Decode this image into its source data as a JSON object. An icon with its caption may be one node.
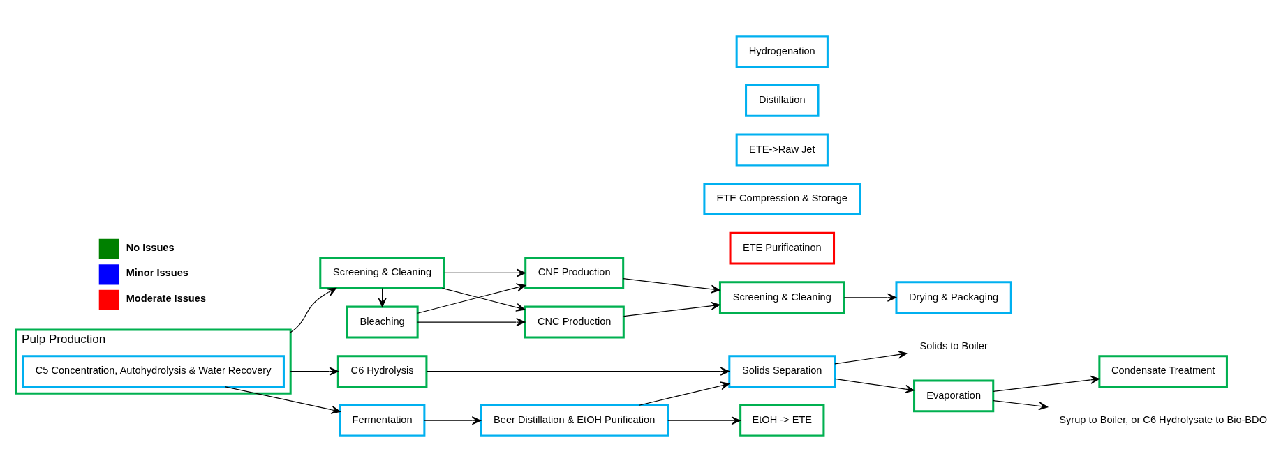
{
  "diagram": {
    "nodes": [
      {
        "text": [
          "Pulp Production"
        ]
      },
      {
        "text": [
          "C5 Concentration, Autohydrolysis & Water Recovery"
        ],
        "in": 0
      },
      {
        "text": [
          "Fermentation"
        ]
      },
      {
        "text": [
          "C6 Hydrolysis"
        ]
      },
      {
        "text": [
          "Beer Distillation & EtOH Purification"
        ]
      },
      {
        "text": [
          "EtOH -> ETE"
        ]
      },
      {
        "text": [
          "ETE Purificatinon"
        ]
      },
      {
        "text": [
          "ETE Compression & Storage"
        ]
      },
      {
        "text": [
          "ETE->Raw Jet"
        ]
      },
      {
        "text": [
          "Distillation"
        ]
      },
      {
        "text": [
          "Hydrogenation"
        ]
      },
      {
        "text": [
          "Solids Separation"
        ]
      },
      {
        "text": [
          "Evaporation"
        ]
      },
      {
        "text": [
          "Condensate Treatment"
        ]
      },
      {
        "text": [
          "Solids to Boiler"
        ]
      },
      {
        "text": [
          "Syrup to Boiler, or C6 Hydrolysate to Bio-BDO"
        ]
      },
      {
        "text": [
          "Screening & Cleaning"
        ]
      },
      {
        "text": [
          "Bleaching"
        ]
      },
      {
        "text": [
          "CNC Production"
        ]
      },
      {
        "text": [
          "CNF Production"
        ]
      },
      {
        "text": [
          "Screening & Cleaning"
        ]
      },
      {
        "text": [
          "Drying & Packaging"
        ]
      }
    ],
    "edges": [
      {
        "from": 1,
        "to": 2,
        "arrow": "to"
      },
      {
        "from": 0,
        "to": 3,
        "arrow": "to"
      },
      {
        "from": 0,
        "to": 16,
        "arrow": "to"
      },
      {
        "from": 2,
        "to": 4,
        "arrow": "to"
      },
      {
        "from": 4,
        "to": 5,
        "arrow": "to"
      },
      {
        "from": 4,
        "to": 11,
        "arrow": "to"
      },
      {
        "from": 3,
        "to": 11,
        "arrow": "to"
      },
      {
        "from": 11,
        "to": 12,
        "arrow": "to"
      },
      {
        "from": 12,
        "to": 13,
        "arrow": "to"
      },
      {
        "from": 11,
        "to": 14,
        "arrow": "to"
      },
      {
        "from": 12,
        "to": 15,
        "arrow": "to"
      },
      {
        "from": 16,
        "to": 17,
        "arrow": "to"
      },
      {
        "from": 16,
        "to": 18,
        "arrow": "to"
      },
      {
        "from": 16,
        "to": 19,
        "arrow": "to"
      },
      {
        "from": 17,
        "to": 18,
        "arrow": "to"
      },
      {
        "from": 17,
        "to": 19,
        "arrow": "to"
      },
      {
        "from": 18,
        "to": 20,
        "arrow": "to"
      },
      {
        "from": 19,
        "to": 20,
        "arrow": "to"
      },
      {
        "from": 20,
        "to": 21,
        "arrow": "to"
      }
    ],
    "legend": [
      {
        "text": "No Issues",
        "color": "#008000"
      },
      {
        "text": "Minor Issues",
        "color": "#0000ff"
      },
      {
        "text": "Moderate Issues",
        "color": "#ff0000"
      }
    ]
  }
}
